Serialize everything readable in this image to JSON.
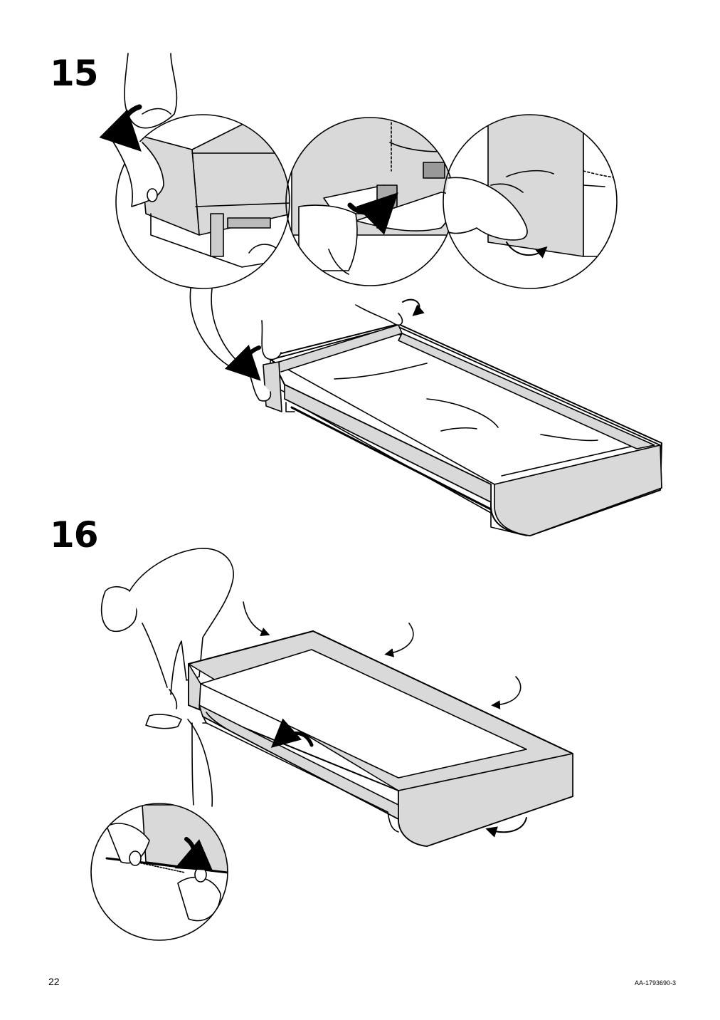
{
  "steps": [
    {
      "number": "15"
    },
    {
      "number": "16"
    }
  ],
  "footer": {
    "page_number": "22",
    "document_code": "AA-1793690-3"
  },
  "colors": {
    "fabric": "#d9d9d9",
    "outline": "#000000",
    "background": "#ffffff"
  },
  "icons": [
    "rotate-arrow-icon",
    "curved-arrow-icon",
    "hand-icon",
    "person-icon"
  ]
}
